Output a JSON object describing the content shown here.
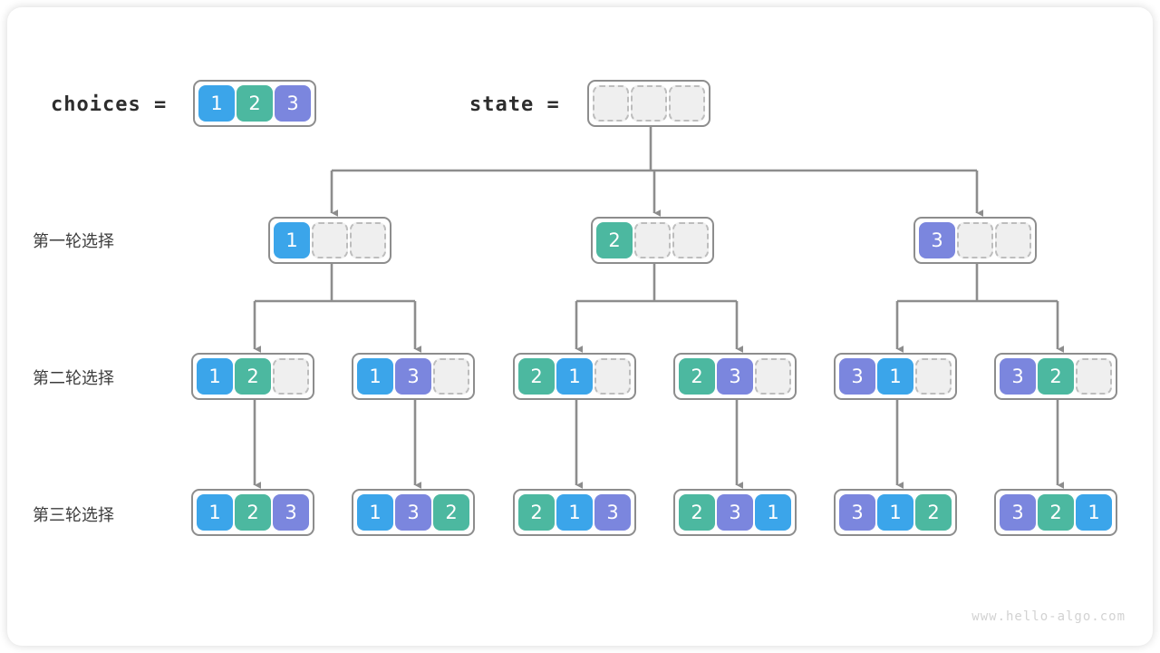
{
  "page": {
    "watermark": "www.hello-algo.com",
    "colors": {
      "value_1": "#3ba5ea",
      "value_2": "#4cb8a0",
      "value_3": "#7b86de",
      "empty_slot": "#efefef",
      "border": "#8d8d8d",
      "connector": "#8d8d8d",
      "background": "#ffffff"
    }
  },
  "header": {
    "choices_label": "choices  =",
    "choices_values": [
      "1",
      "2",
      "3"
    ],
    "state_label": "state  =",
    "state_values": [
      "",
      "",
      ""
    ]
  },
  "rows": [
    {
      "label": "第一轮选择"
    },
    {
      "label": "第二轮选择"
    },
    {
      "label": "第三轮选择"
    }
  ],
  "tree": {
    "level1": [
      {
        "cells": [
          "1",
          "",
          ""
        ]
      },
      {
        "cells": [
          "2",
          "",
          ""
        ]
      },
      {
        "cells": [
          "3",
          "",
          ""
        ]
      }
    ],
    "level2": [
      {
        "cells": [
          "1",
          "2",
          ""
        ]
      },
      {
        "cells": [
          "1",
          "3",
          ""
        ]
      },
      {
        "cells": [
          "2",
          "1",
          ""
        ]
      },
      {
        "cells": [
          "2",
          "3",
          ""
        ]
      },
      {
        "cells": [
          "3",
          "1",
          ""
        ]
      },
      {
        "cells": [
          "3",
          "2",
          ""
        ]
      }
    ],
    "level3": [
      {
        "cells": [
          "1",
          "2",
          "3"
        ]
      },
      {
        "cells": [
          "1",
          "3",
          "2"
        ]
      },
      {
        "cells": [
          "2",
          "1",
          "3"
        ]
      },
      {
        "cells": [
          "2",
          "3",
          "1"
        ]
      },
      {
        "cells": [
          "3",
          "1",
          "2"
        ]
      },
      {
        "cells": [
          "3",
          "2",
          "1"
        ]
      }
    ]
  }
}
